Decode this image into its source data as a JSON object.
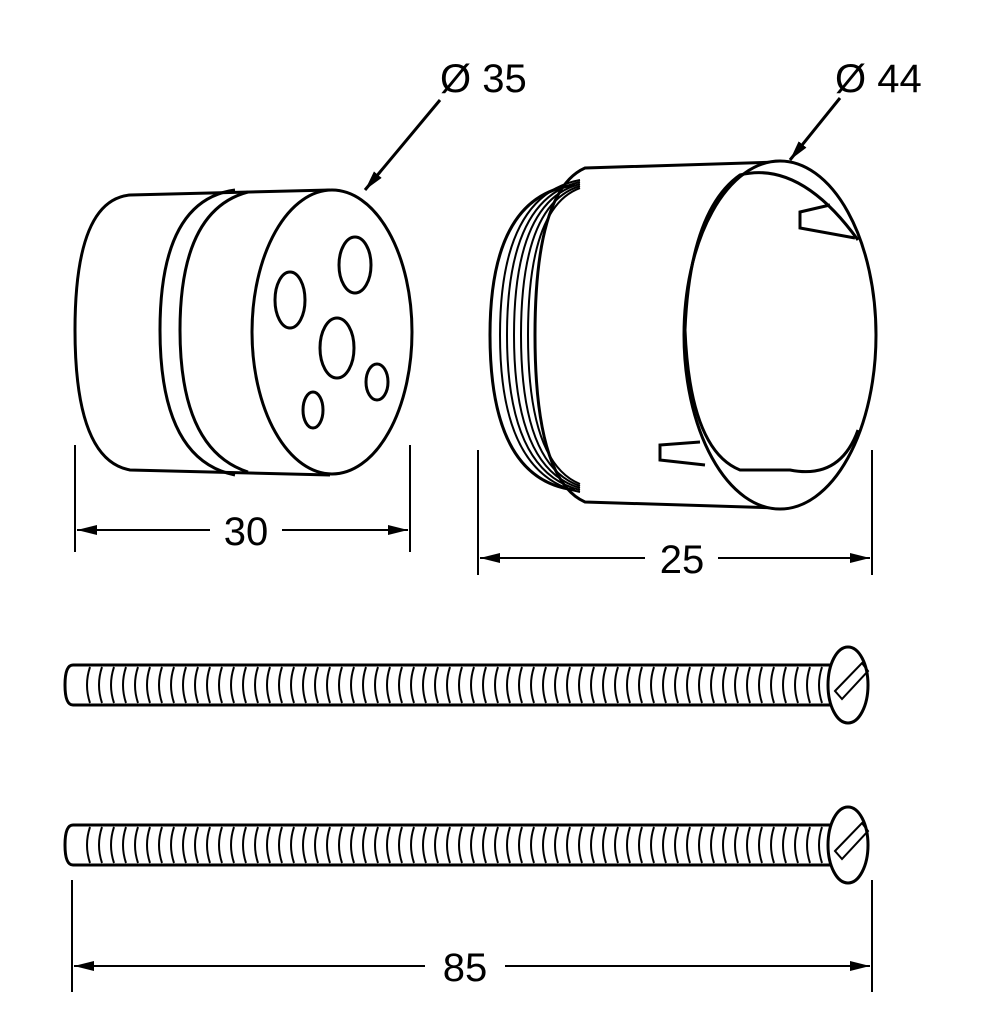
{
  "labels": {
    "diameter_small": "Ø 35",
    "diameter_large": "Ø 44",
    "length_cap": "30",
    "length_sleeve": "25",
    "length_screw": "85"
  },
  "colors": {
    "line": "#000000",
    "background": "#ffffff"
  }
}
